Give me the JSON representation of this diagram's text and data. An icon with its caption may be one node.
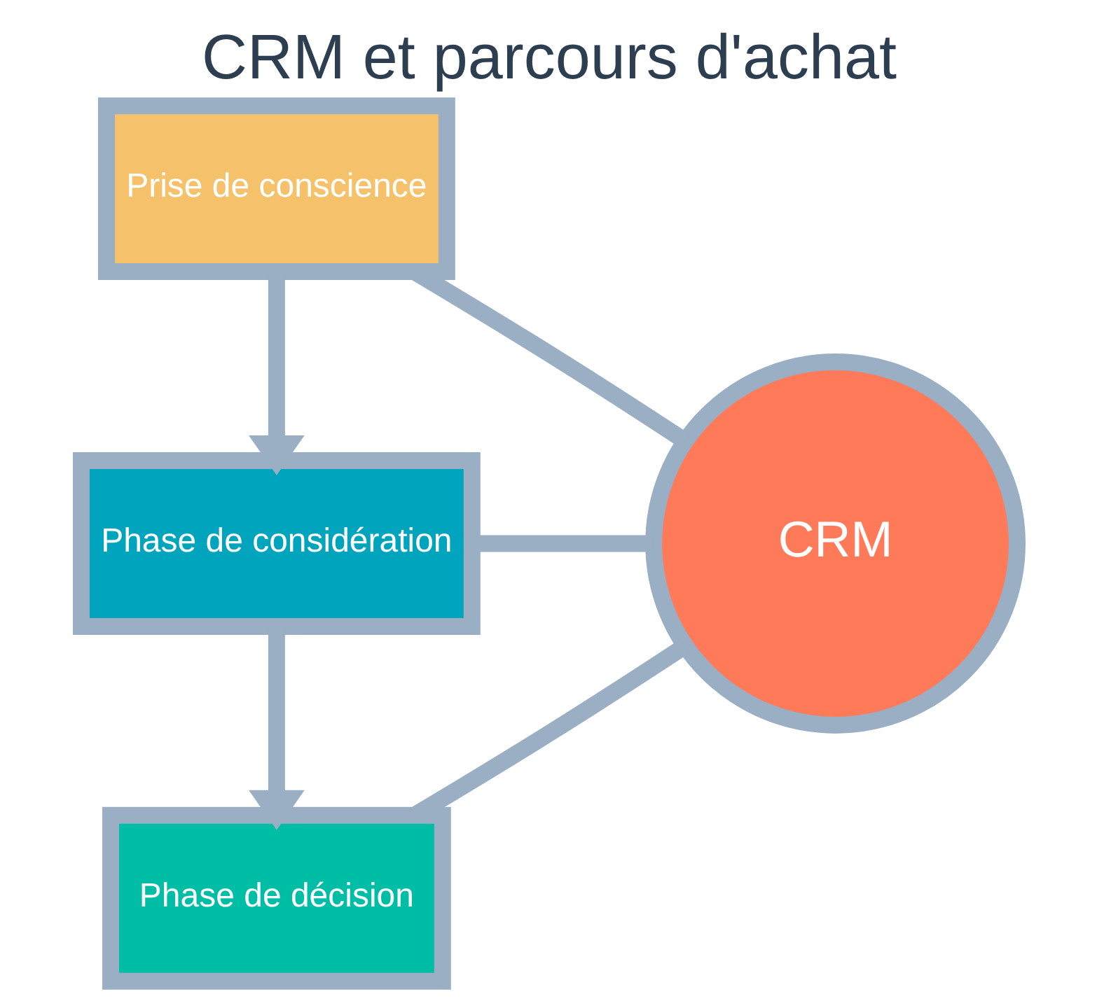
{
  "diagram": {
    "title": "CRM et parcours d'achat",
    "nodes": [
      {
        "text": [
          "Prise de conscience"
        ]
      },
      {
        "text": [
          "Phase de considération"
        ]
      },
      {
        "text": [
          "Phase de décision"
        ]
      },
      {
        "text": [
          "CRM"
        ]
      }
    ],
    "edges": [
      {
        "from": 0,
        "to": 1,
        "arrow": "to"
      },
      {
        "from": 1,
        "to": 2,
        "arrow": "to"
      },
      {
        "from": 3,
        "to": 0,
        "arrow": "none"
      },
      {
        "from": 1,
        "to": 3,
        "arrow": "none"
      },
      {
        "from": 3,
        "to": 2,
        "arrow": "none"
      }
    ]
  }
}
